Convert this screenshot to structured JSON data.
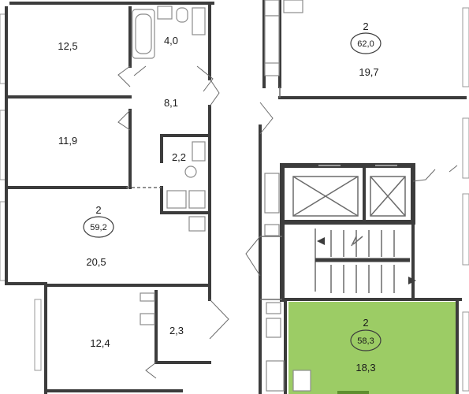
{
  "colors": {
    "wall": "#3c3c3c",
    "wall_thin": "#6b6b6b",
    "window": "#b4b4b4",
    "highlight": "#9ccc65",
    "highlight_dark": "#5e8f2e",
    "fixture": "#8c8c8c"
  },
  "apartments": [
    {
      "rooms": "2",
      "total": "59,2"
    },
    {
      "rooms": "2",
      "total": "62,0"
    },
    {
      "rooms": "2",
      "total": "58,3"
    }
  ],
  "areas": [
    "12,5",
    "4,0",
    "11,9",
    "8,1",
    "2,2",
    "20,5",
    "12,4",
    "2,3",
    "19,7",
    "18,3"
  ]
}
